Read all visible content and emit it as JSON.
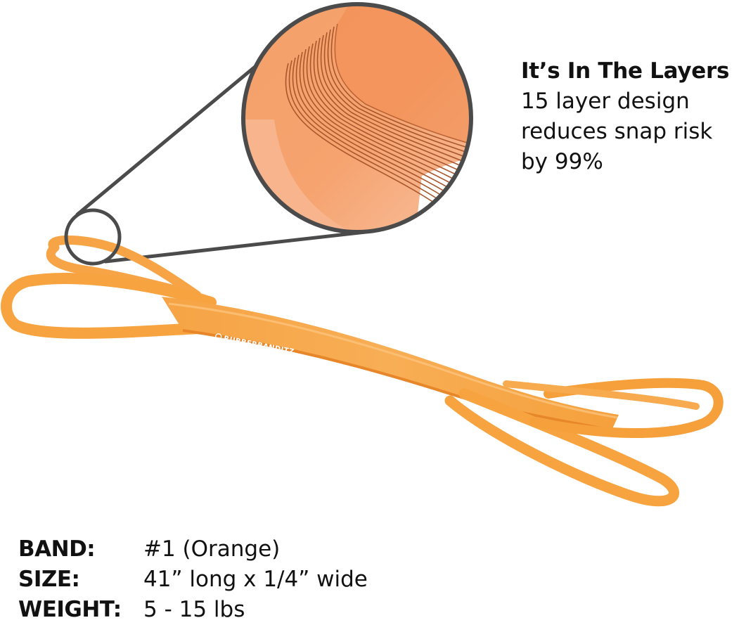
{
  "callout": {
    "headline": "It’s In The Layers",
    "lines": [
      "15 layer design",
      "reduces snap risk",
      "by 99%"
    ]
  },
  "band": {
    "brand_mark": "RUBBERBANDITZ",
    "color": "#F7A23A",
    "layer_count": 15
  },
  "colors": {
    "band_orange": "#F7A23A",
    "band_edge": "#E8862A",
    "callout_ring": "#4B4B4B",
    "text": "#111111"
  },
  "specs": [
    {
      "label": "BAND:",
      "value": "#1 (Orange)"
    },
    {
      "label": "SIZE:",
      "value": "41” long x 1/4” wide"
    },
    {
      "label": "WEIGHT:",
      "value": "5 - 15 lbs"
    }
  ]
}
